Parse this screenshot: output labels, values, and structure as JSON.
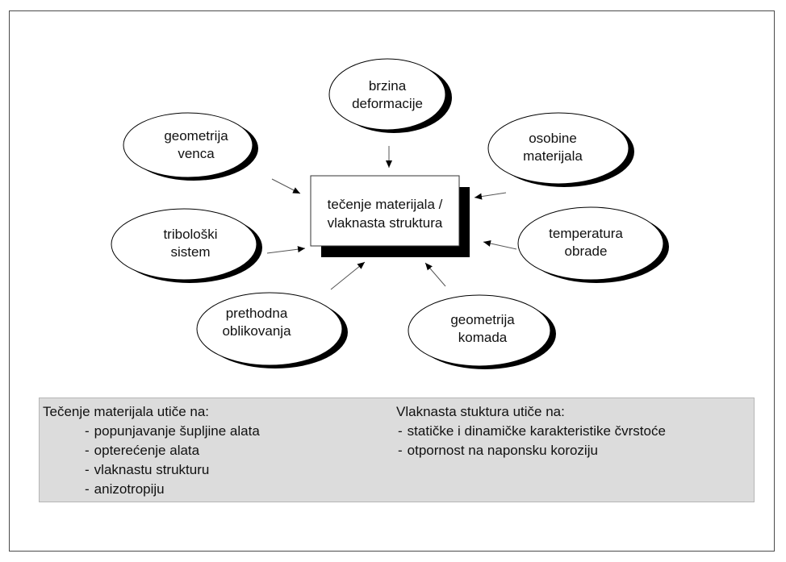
{
  "diagram": {
    "center": {
      "line1": "tečenje materijala /",
      "line2": "vlaknasta struktura"
    },
    "nodes": [
      {
        "id": "brzina-deformacije",
        "lines": [
          "brzina",
          "deformacije"
        ]
      },
      {
        "id": "geometrija-venca",
        "lines": [
          "geometrija",
          "venca"
        ]
      },
      {
        "id": "osobine-materijala",
        "lines": [
          "osobine",
          "materijala"
        ]
      },
      {
        "id": "triboloski-sistem",
        "lines": [
          "tribološki",
          "sistem"
        ]
      },
      {
        "id": "temperatura-obrade",
        "lines": [
          "temperatura",
          "obrade"
        ]
      },
      {
        "id": "prethodna-oblikovanja",
        "lines": [
          "prethodna",
          "oblikovanja"
        ]
      },
      {
        "id": "geometrija-komada",
        "lines": [
          "geometrija",
          "komada"
        ]
      }
    ]
  },
  "info": {
    "left": {
      "heading": "Tečenje materijala utiče na:",
      "items": [
        "popunjavanje šupljine alata",
        "opterećenje alata",
        "vlaknastu strukturu",
        "anizotropiju"
      ]
    },
    "right": {
      "heading": "Vlaknasta stuktura utiče na:",
      "items": [
        "statičke i dinamičke karakteristike čvrstoće",
        "otpornost na naponsku koroziju"
      ]
    }
  },
  "colors": {
    "panel_background": "#dcdcdc",
    "shadow": "#000000",
    "border": "#4a4a4a"
  }
}
